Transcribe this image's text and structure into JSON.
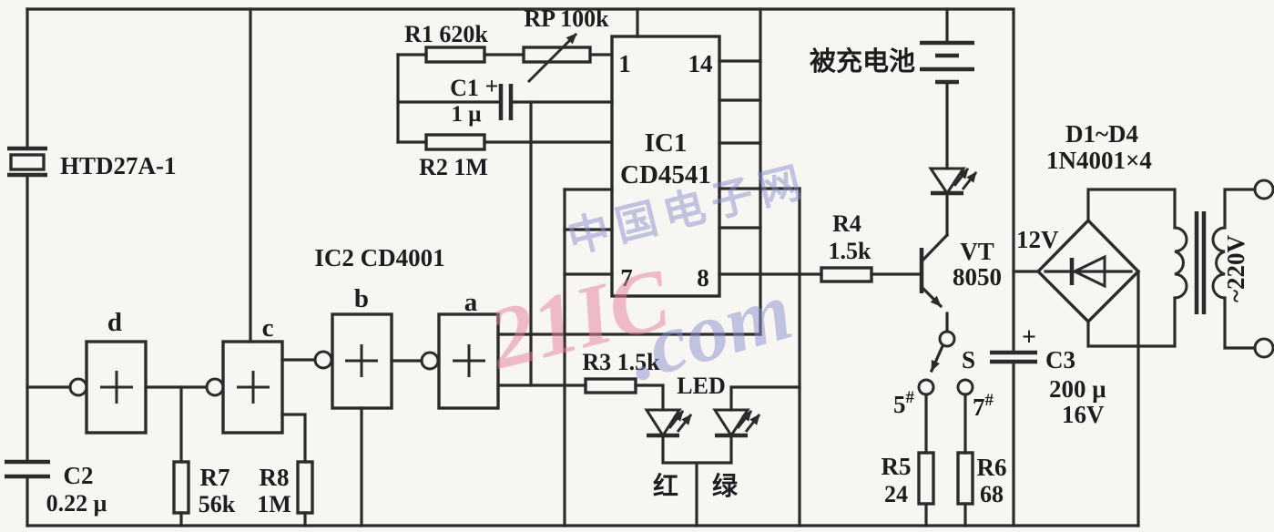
{
  "labels": {
    "piezo": "HTD27A-1",
    "r1": "R1  620k",
    "rp": "RP  100k",
    "c1_name": "C1",
    "c1_plus": "+",
    "c1_value": "1 μ",
    "r2": "R2  1M",
    "ic1_name": "IC1",
    "ic1_part": "CD4541",
    "pin1": "1",
    "pin14": "14",
    "pin7": "7",
    "pin8": "8",
    "ic2": "IC2  CD4001",
    "gate_a": "a",
    "gate_b": "b",
    "gate_c": "c",
    "gate_d": "d",
    "c2_name": "C2",
    "c2_value": "0.22 μ",
    "r7_name": "R7",
    "r7_value": "56k",
    "r8_name": "R8",
    "r8_value": "1M",
    "r3": "R3  1.5k",
    "led": "LED",
    "led_red": "红",
    "led_green": "绿",
    "r4_name": "R4",
    "r4_value": "1.5k",
    "vt_name": "VT",
    "vt_value": "8050",
    "battery": "被充电池",
    "switch": "S",
    "contact5": "5",
    "contact7": "7",
    "hash": "#",
    "r5_name": "R5",
    "r5_value": "24",
    "r6_name": "R6",
    "r6_value": "68",
    "c3_plus": "+",
    "c3_name": "C3",
    "c3_value": "200 μ",
    "c3_volt": "16V",
    "v12": "12V",
    "bridge_name": "D1~D4",
    "bridge_value": "1N4001×4",
    "mains": "~220V"
  },
  "watermark": {
    "site": "中国电子网",
    "brand": "21IC",
    "suffix": ".com"
  },
  "colors": {
    "line": "#2b2b2b",
    "paper": "#f7f6f2",
    "watermark_pink": "#e87fa0",
    "watermark_blue": "#8a8fd0"
  }
}
